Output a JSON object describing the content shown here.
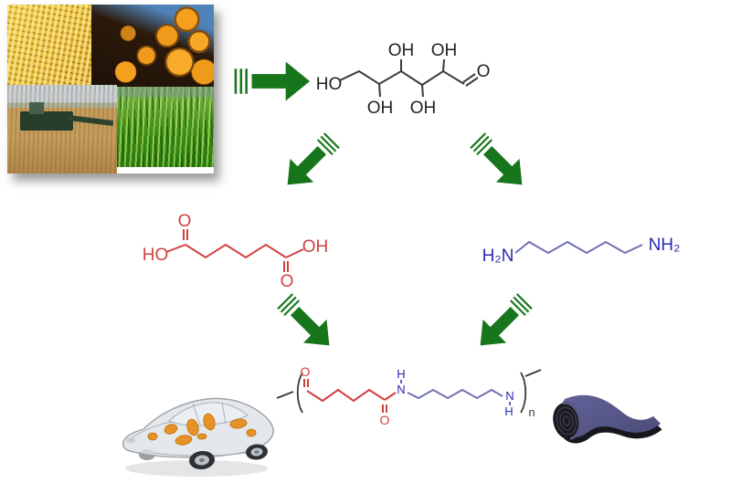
{
  "figure": {
    "description": "Biomass converted to glucose, then to adipic acid and hexamethylenediamine, combined into nylon-6,6 used for car parts and carpet",
    "background": "#ffffff"
  },
  "colors": {
    "arrow_green": "#17761b",
    "bond_dark": "#3a3a3a",
    "acid_red": "#d24040",
    "amine_label_blue": "#2828b4",
    "amine_bond_blue": "#7070b4",
    "carpet_purple": "#585886"
  },
  "collage": {
    "tiles": [
      {
        "id": "corn"
      },
      {
        "id": "logs"
      },
      {
        "id": "harvester"
      },
      {
        "id": "grass"
      }
    ]
  },
  "glucose": {
    "ho": "HO",
    "oh_down1": "OH",
    "oh_up1": "OH",
    "oh_down2": "OH",
    "oh_up2": "OH",
    "aldehyde_o": "O"
  },
  "adipic_acid": {
    "ho": "HO",
    "o_top": "O",
    "o_bottom": "O",
    "oh": "OH"
  },
  "hexamethylenediamine": {
    "h2n": "H₂N",
    "nh2": "NH₂"
  },
  "nylon66": {
    "o_top": "O",
    "o_bottom": "O",
    "amide_h": "H",
    "amide_n": "N",
    "right_n": "N",
    "right_h": "H",
    "repeat_subscript": "n"
  }
}
